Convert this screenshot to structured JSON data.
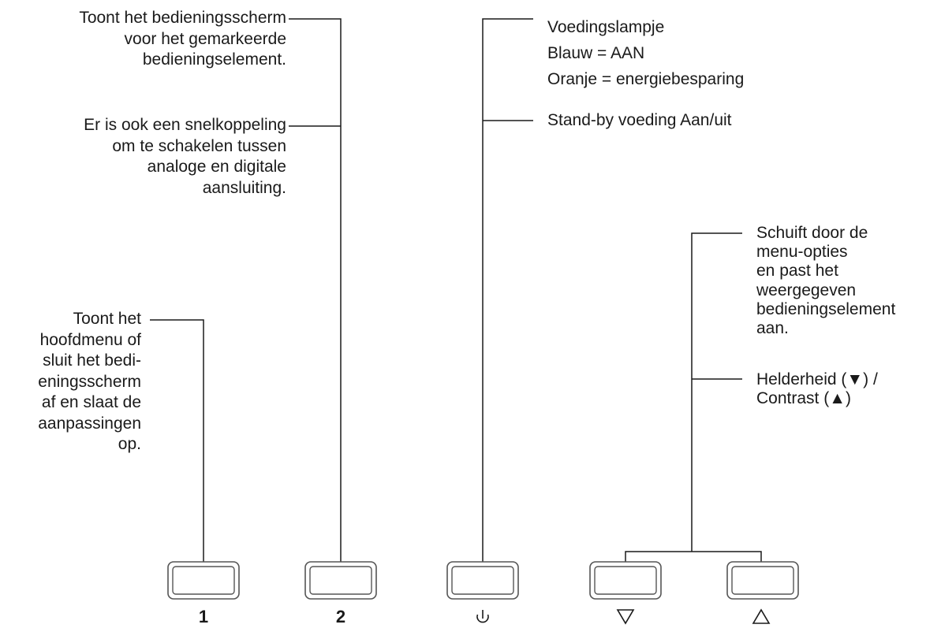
{
  "annotations": {
    "btn1": "Toont het\nhoofdmenu of\nsluit het bedi-\neningsscherm\naf en slaat de\naanpassingen\nop.",
    "btn2_a": "Toont het bedieningsscherm\nvoor het gemarkeerde\nbedieningselement.",
    "btn2_b": "Er is ook een snelkoppeling\nom te schakelen tussen\nanaloge en digitale\naansluiting.",
    "power_a": "Voedingslampje\nBlauw = AAN\nOranje = energiebesparing",
    "power_b": "Stand-by voeding Aan/uit",
    "arrows_a": "Schuift door de\nmenu-opties\nen past het\nweergegeven\nbedieningselement\naan.",
    "arrows_b": "Helderheid (▼) /\nContrast (▲)"
  },
  "keys": {
    "key1": "1",
    "key2": "2",
    "power_icon": "power-symbol",
    "down_icon": "down-triangle-outline",
    "up_icon": "up-triangle-outline"
  },
  "colors": {
    "line": "#1a1a1a",
    "button_stroke": "#555555",
    "text": "#1a1a1a"
  }
}
